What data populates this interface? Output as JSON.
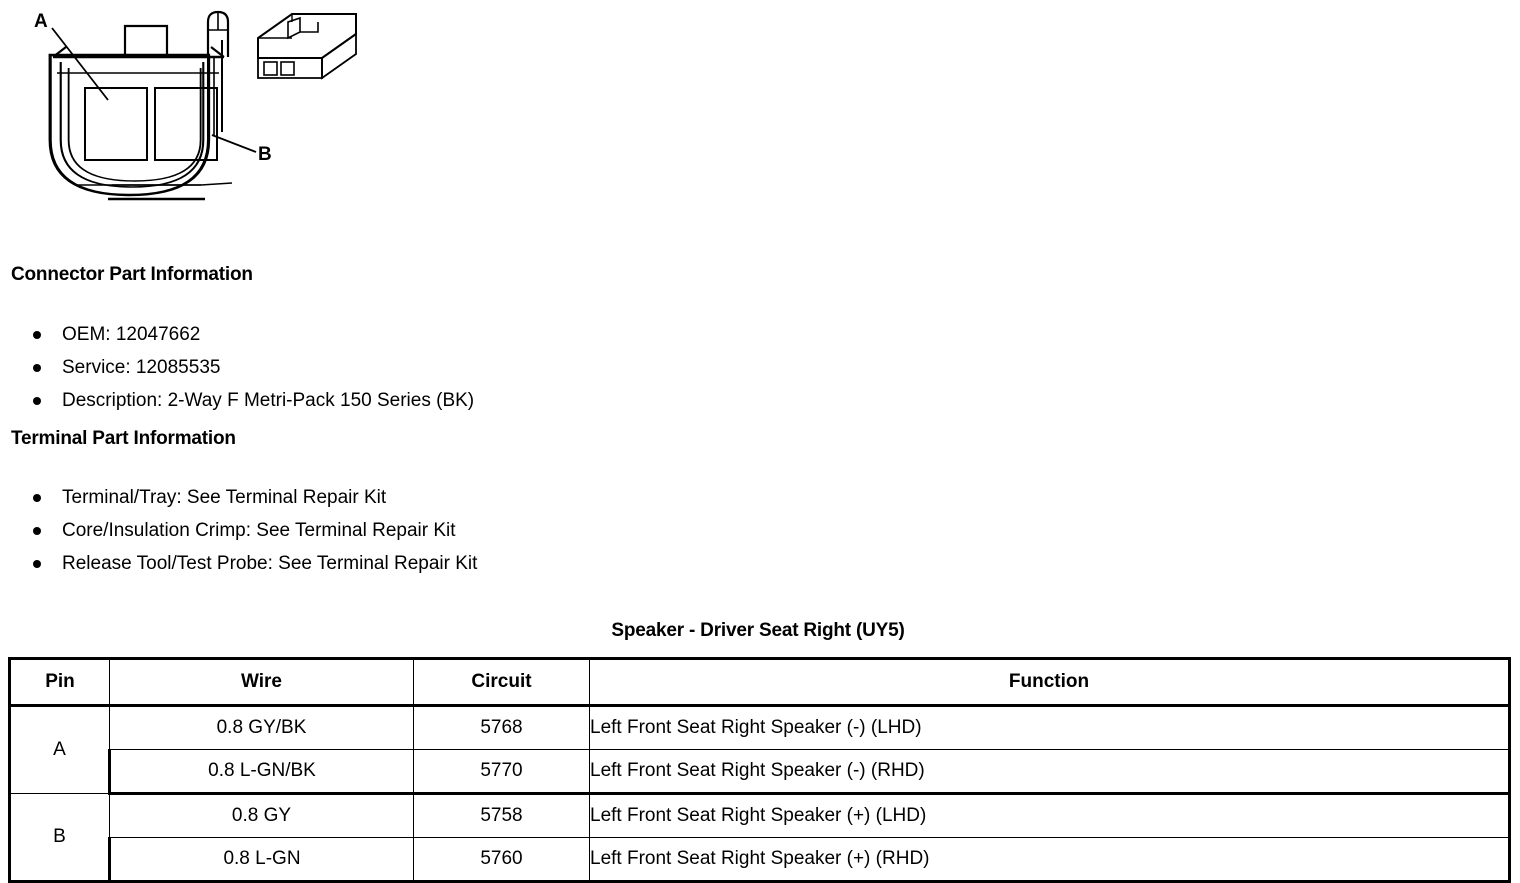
{
  "figure": {
    "name": "2-way connector face view with terminal housing inset",
    "callouts": [
      {
        "label": "A",
        "cavity": "left"
      },
      {
        "label": "B",
        "cavity": "right"
      }
    ]
  },
  "connector_part": {
    "heading": "Connector Part Information",
    "items": [
      "OEM: 12047662",
      "Service: 12085535",
      "Description: 2-Way F Metri-Pack 150 Series (BK)"
    ]
  },
  "terminal_part": {
    "heading": "Terminal Part Information",
    "items": [
      "Terminal/Tray: See Terminal Repair Kit",
      "Core/Insulation Crimp: See Terminal Repair Kit",
      "Release Tool/Test Probe: See Terminal Repair Kit"
    ]
  },
  "pinout": {
    "title": "Speaker - Driver Seat Right (UY5)",
    "columns": [
      "Pin",
      "Wire",
      "Circuit",
      "Function"
    ],
    "groups": [
      {
        "pin": "A",
        "rows": [
          {
            "wire": "0.8 GY/BK",
            "circuit": "5768",
            "function": "Left Front Seat Right Speaker (-) (LHD)"
          },
          {
            "wire": "0.8 L-GN/BK",
            "circuit": "5770",
            "function": "Left Front Seat Right Speaker (-) (RHD)"
          }
        ]
      },
      {
        "pin": "B",
        "rows": [
          {
            "wire": "0.8 GY",
            "circuit": "5758",
            "function": "Left Front Seat Right Speaker (+) (LHD)"
          },
          {
            "wire": "0.8 L-GN",
            "circuit": "5760",
            "function": "Left Front Seat Right Speaker (+) (RHD)"
          }
        ]
      }
    ]
  }
}
